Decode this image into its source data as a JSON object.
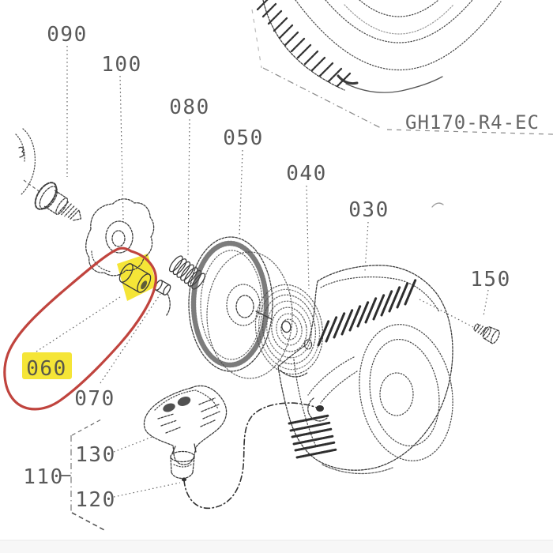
{
  "diagram": {
    "drawing_code": "GH170-R4-EC",
    "part_labels": [
      {
        "id": "090",
        "text": "090"
      },
      {
        "id": "100",
        "text": "100"
      },
      {
        "id": "080",
        "text": "080"
      },
      {
        "id": "050",
        "text": "050"
      },
      {
        "id": "040",
        "text": "040"
      },
      {
        "id": "030",
        "text": "030"
      },
      {
        "id": "150",
        "text": "150"
      },
      {
        "id": "060",
        "text": "060",
        "highlighted": true
      },
      {
        "id": "070",
        "text": "070"
      },
      {
        "id": "130",
        "text": "130"
      },
      {
        "id": "110",
        "text": "110"
      },
      {
        "id": "120",
        "text": "120"
      }
    ],
    "highlight": {
      "part_id": "060",
      "circle_color": "#c0443e",
      "highlight_color": "#f4e42c"
    },
    "line_color": "#3e3e3e",
    "background_color": "#ffffff"
  }
}
